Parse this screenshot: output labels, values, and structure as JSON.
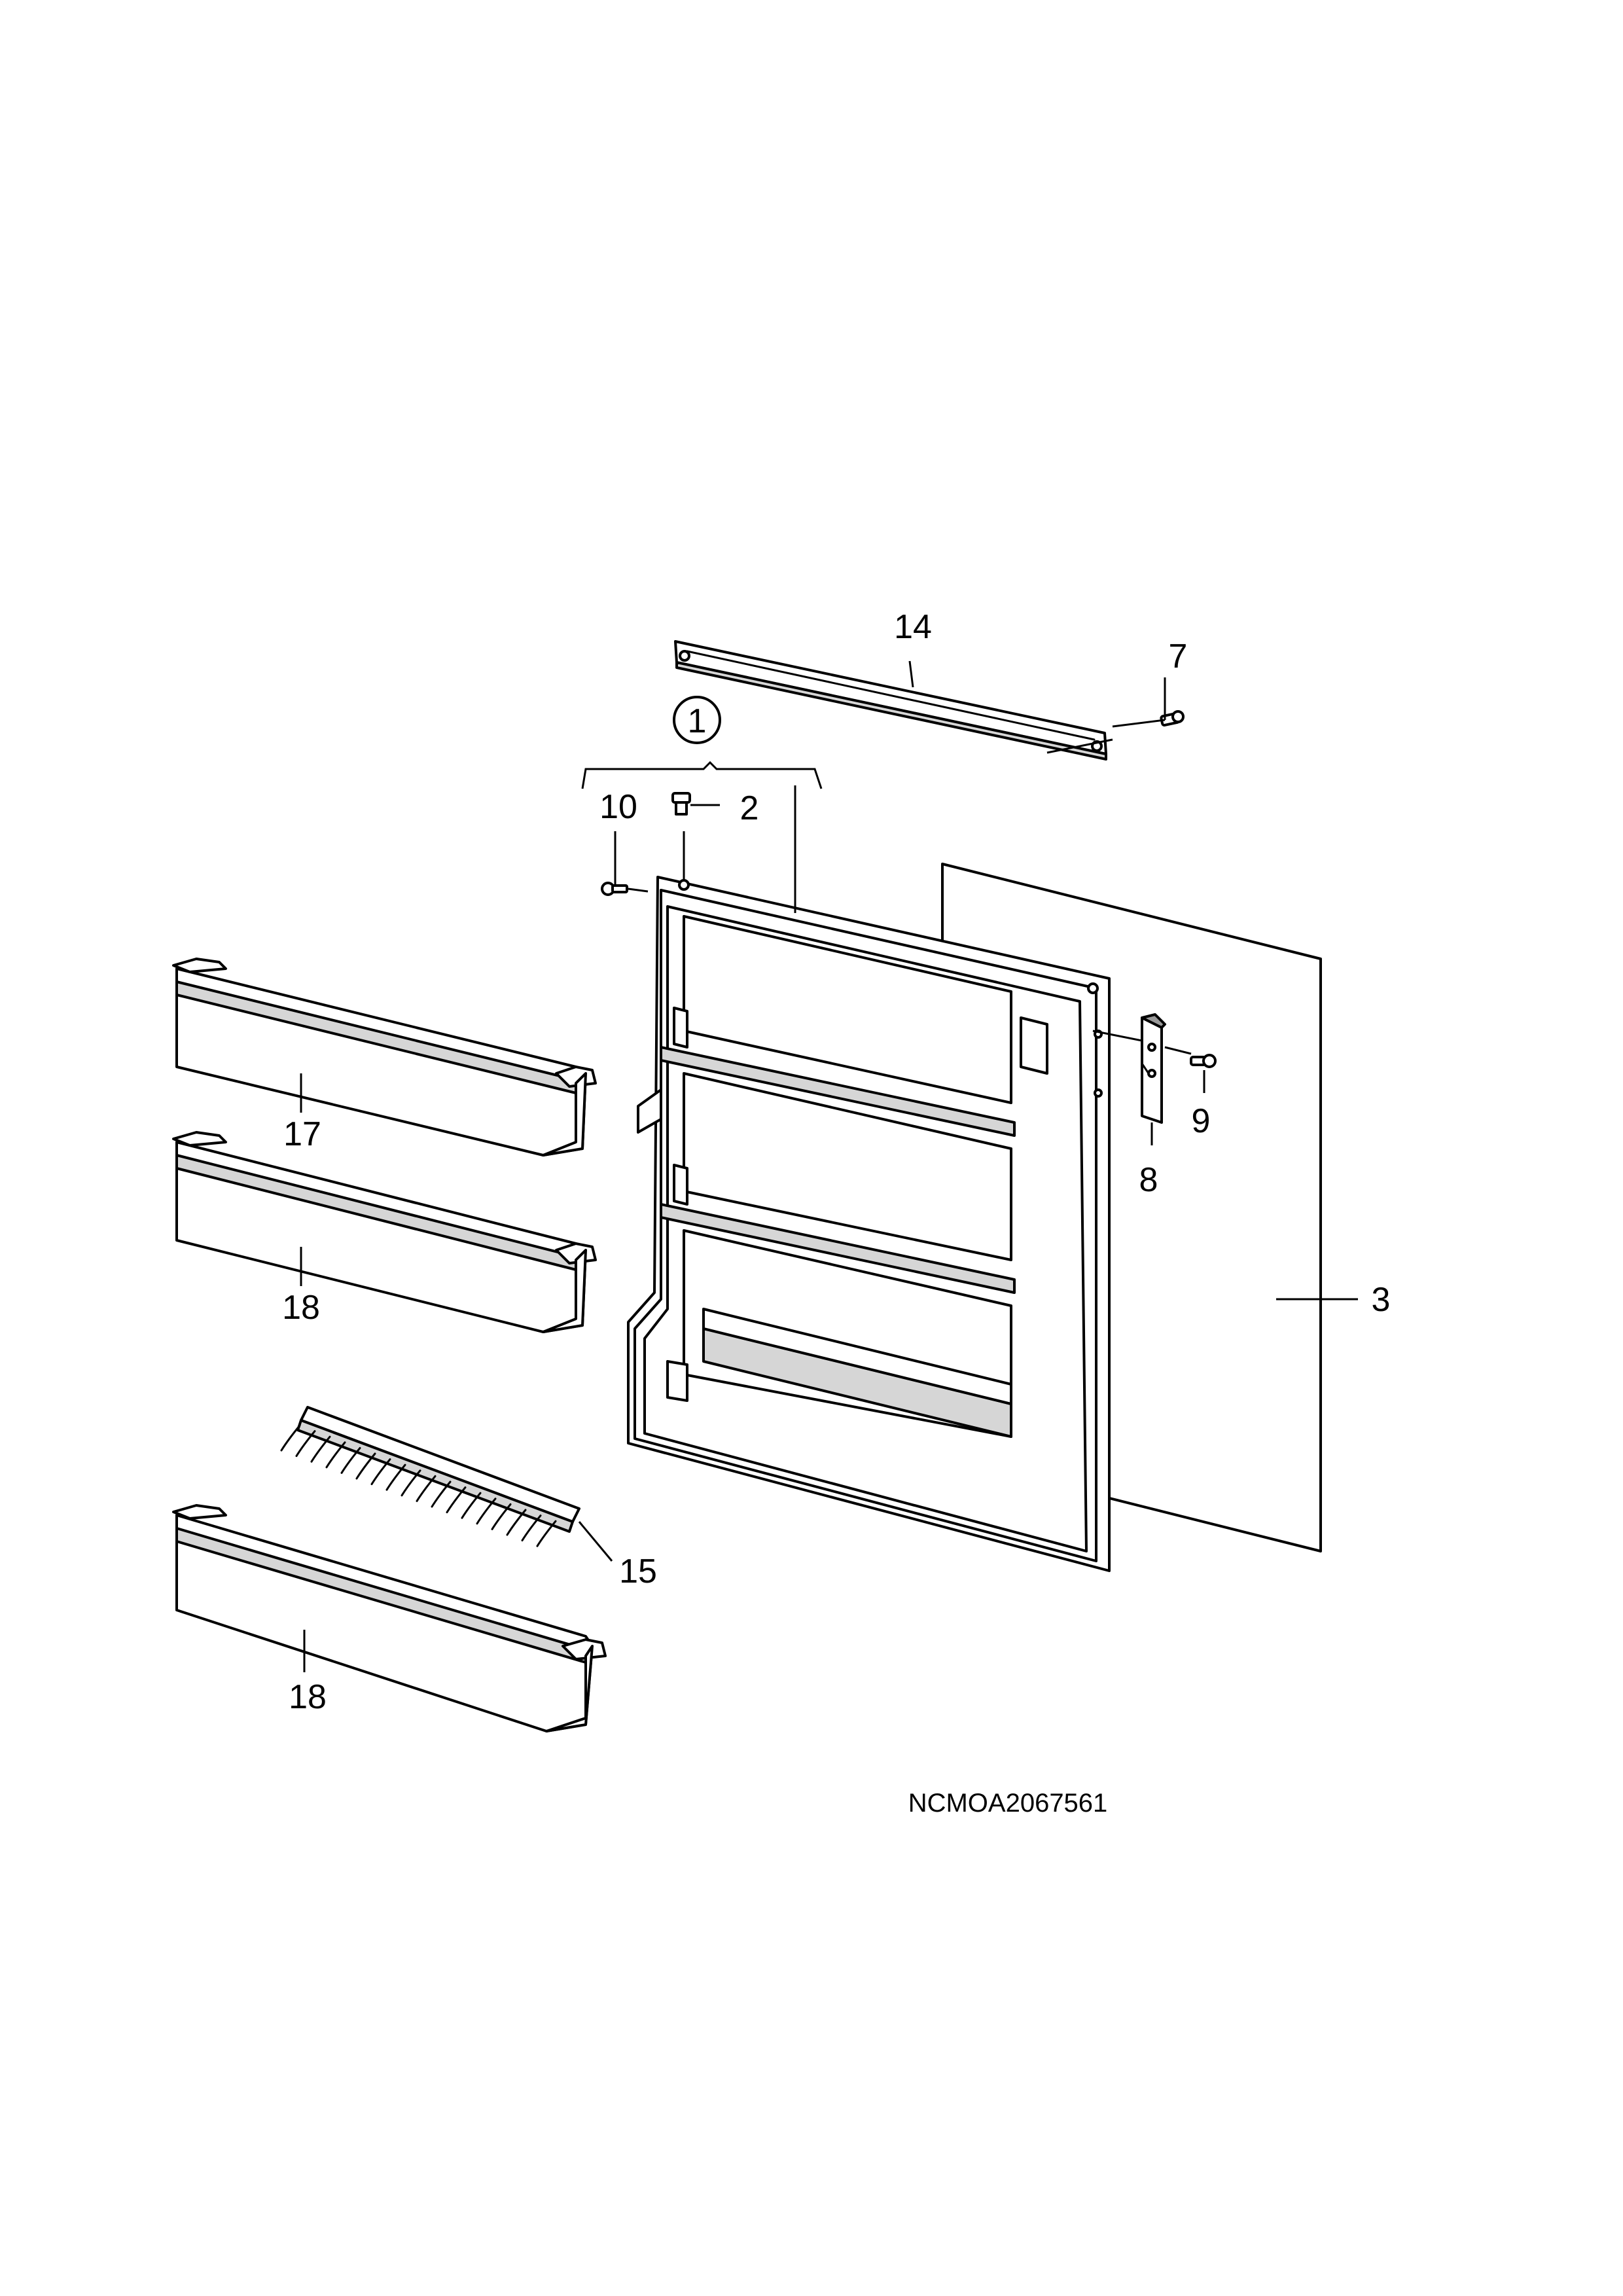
{
  "labels": {
    "part_1": "1",
    "part_2": "2",
    "part_3": "3",
    "part_7": "7",
    "part_8": "8",
    "part_9": "9",
    "part_10": "10",
    "part_14": "14",
    "part_15": "15",
    "part_17": "17",
    "part_18_upper": "18",
    "part_18_lower": "18"
  },
  "drawing_code": "NCMOA2067561"
}
